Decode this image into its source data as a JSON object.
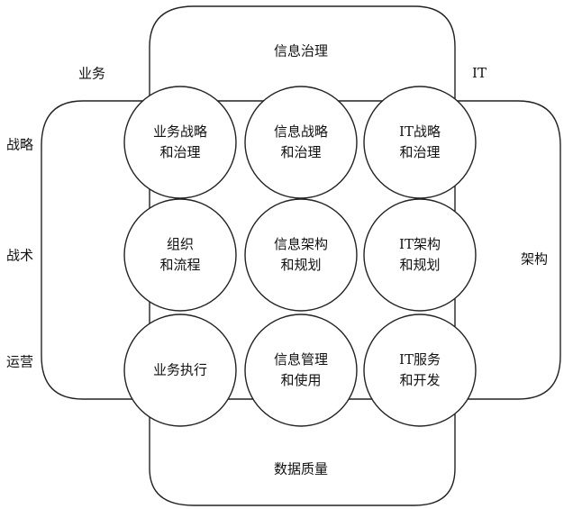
{
  "labels": {
    "top": "信息治理",
    "bottom": "数据质量",
    "business": "业务",
    "it": "IT",
    "right": "架构",
    "rows": [
      "战略",
      "战术",
      "运营"
    ]
  },
  "circles": [
    [
      "业务战略",
      "和治理"
    ],
    [
      "信息战略",
      "和治理"
    ],
    [
      "IT战略",
      "和治理"
    ],
    [
      "组织",
      "和流程"
    ],
    [
      "信息架构",
      "和规划"
    ],
    [
      "IT架构",
      "和规划"
    ],
    [
      "业务执行"
    ],
    [
      "信息管理",
      "和使用"
    ],
    [
      "IT服务",
      "和开发"
    ]
  ]
}
